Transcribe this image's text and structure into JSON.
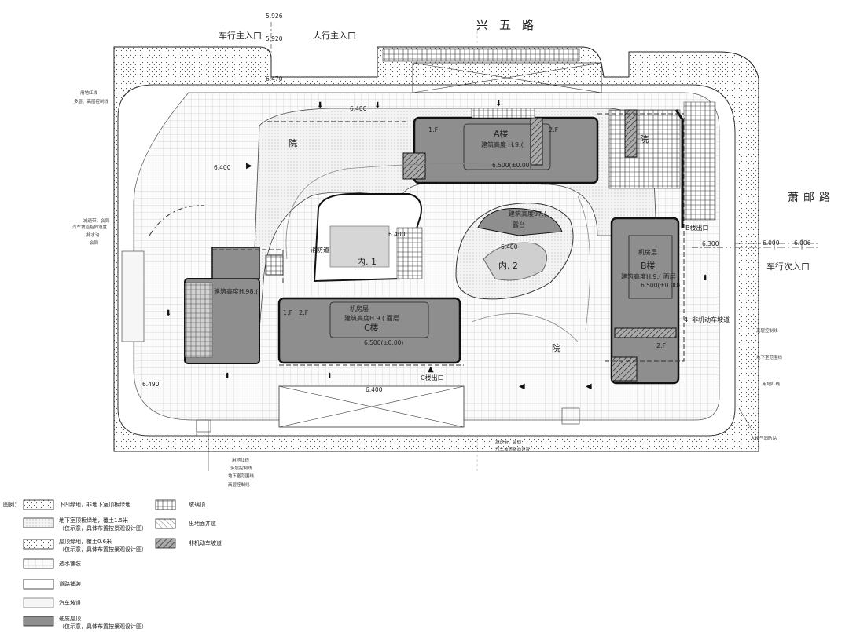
{
  "roads": {
    "north": "兴五路",
    "east": "萧邮路"
  },
  "entrances": {
    "vehicle_main": "车行主入口",
    "pedestrian_main": "人行主入口",
    "vehicle_secondary": "车行次入口"
  },
  "elevations": {
    "e5926": "5.926",
    "e5920": "5.920",
    "e6470": "6.470",
    "e6400_top": "6.400",
    "e6400_left": "6.400",
    "e6400_center": "6.400",
    "e6400_c": "6.400",
    "e6400_bottom": "6.400",
    "e6490": "6.490",
    "e6300": "6.300",
    "e6000": "6.000",
    "e6006": "6.006"
  },
  "buildings": {
    "a": {
      "name": "A楼",
      "height": "建筑高度 H.9.(",
      "elev": "6.500(±0.00)"
    },
    "b": {
      "name": "B楼",
      "room": "机房层",
      "height": "建筑高度H.9.( 面层",
      "elev": "6.500(±0.00)"
    },
    "c": {
      "name": "C楼",
      "room": "机房层",
      "height": "建筑高度H.9.( 面层",
      "elev": "6.500(±0.00)"
    },
    "left": {
      "height": "建筑高度H.98.("
    },
    "platform": {
      "height": "建筑高度97.(",
      "name": "露台"
    }
  },
  "courtyards": {
    "inner1": "内. 1",
    "inner2": "内. 2",
    "court1": "院",
    "court2": "院",
    "court3": "院",
    "fire_road": "消防道"
  },
  "labels": {
    "ramp_exit_north": "B楼出口",
    "ramp_exit_c": "C楼出口",
    "bike_ramp": "4. 非机动车坡道",
    "a_floor_1": "1.F",
    "a_floor_2": "2.F",
    "b_floor": "2.F",
    "c_floor_1": "1.F",
    "c_floor_2": "2.F"
  },
  "annotations": {
    "left_1": "用地红线",
    "left_2": "多层、高层控制线",
    "left_3": "减速带，会同",
    "left_4": "汽车坡道指向设置",
    "left_5": "排水沟",
    "left_6": "会同",
    "right_1": "高层控制线",
    "right_2": "地下室范围线",
    "right_3": "用地红线",
    "right_4": "大楼气消防站",
    "bottom_1": "用地红线",
    "bottom_2": "多层控制线",
    "bottom_3": "地下室范围线",
    "bottom_4": "高层控制线",
    "bottom_center_1": "减速带，会同",
    "bottom_center_2": "汽车坡道指向设置"
  },
  "legend": {
    "title": "图例：",
    "items": [
      {
        "label": "下凹绿地，非地下室顶板绿地"
      },
      {
        "label": "地下室顶板绿地，覆土1.5米",
        "note": "（仅示意，具体布置按景观设计图）"
      },
      {
        "label": "屋顶绿地，覆土0.6米",
        "note": "（仅示意，具体布置按景观设计图）"
      },
      {
        "label": "透水铺装"
      },
      {
        "label": "道路铺装"
      },
      {
        "label": "汽车坡道"
      },
      {
        "label": "硬质屋顶",
        "note": "（仅示意，具体布置按景观设计图）"
      }
    ],
    "items_right": [
      {
        "label": "玻璃顶"
      },
      {
        "label": "出地面井道"
      },
      {
        "label": "非机动车坡道"
      }
    ]
  },
  "colors": {
    "building_fill": "#8e8e8e",
    "building_stroke": "#111111",
    "paving": "#ececec",
    "green_dots": "#ffffff",
    "line": "#222222"
  }
}
